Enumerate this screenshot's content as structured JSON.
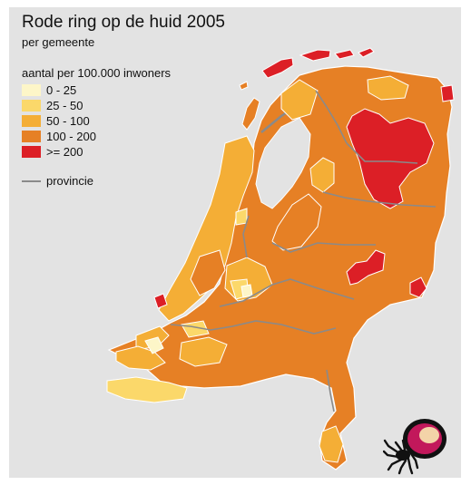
{
  "title": "Rode ring op de huid 2005",
  "subtitle": "per gemeente",
  "legend": {
    "title": "aantal per 100.000 inwoners",
    "classes": [
      {
        "label": "0 - 25",
        "color": "#fdf6c8"
      },
      {
        "label": "25 - 50",
        "color": "#fbd86a"
      },
      {
        "label": "50 - 100",
        "color": "#f4ae36"
      },
      {
        "label": "100 - 200",
        "color": "#e68025"
      },
      {
        "label": ">= 200",
        "color": "#dc1f26"
      }
    ],
    "boundary_label": "provincie",
    "boundary_color": "#8a8a8a"
  },
  "colors": {
    "background": "#e3e3e3",
    "water": "#e3e3e3",
    "outline": "#ffffff"
  },
  "icons": {
    "logo": "tick-icon"
  }
}
